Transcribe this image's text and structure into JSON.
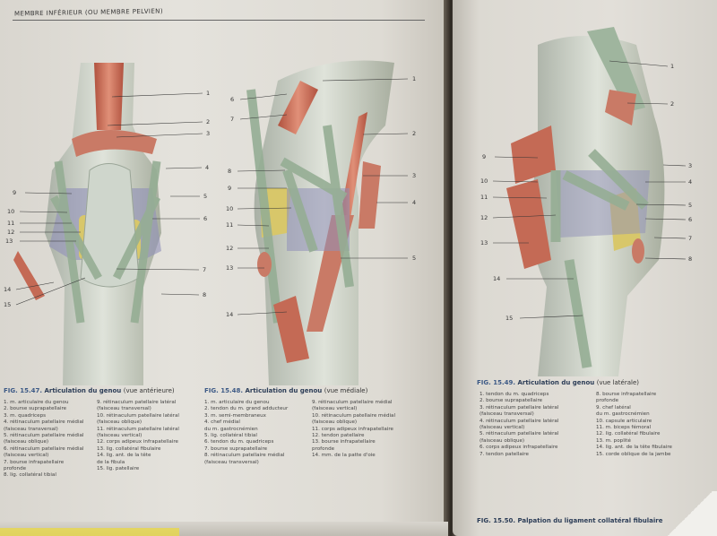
{
  "header": {
    "running_head": "MEMBRE INFÉRIEUR (OU MEMBRE PELVIEN)"
  },
  "figures": [
    {
      "id": "fig47",
      "number": "FIG. 15.47.",
      "title": "Articulation du genou",
      "view": "(vue antérieure)",
      "legend": [
        "1. m. articulaire du genou",
        "2. bourse suprapatellaire",
        "3. m. quadriceps",
        "4. rétinaculum patellaire médial",
        "(faisceau transversal)",
        "5. rétinaculum patellaire médial",
        "(faisceau oblique)",
        "6. rétinaculum patellaire médial",
        "(faisceau vertical)",
        "7. bourse infrapatellaire",
        "profonde",
        "8. lig. collatéral tibial"
      ],
      "legend_b": [
        "9. rétinaculum patellaire latéral",
        "(faisceau transversal)",
        "10. rétinaculum patellaire latéral",
        "(faisceau oblique)",
        "11. rétinaculum patellaire latéral",
        "(faisceau vertical)",
        "12. corps adipeux infrapatellaire",
        "13. lig. collatéral fibulaire",
        "14. lig. ant. de la tête",
        "de la fibula",
        "15. lig. patellaire"
      ]
    },
    {
      "id": "fig48",
      "number": "FIG. 15.48.",
      "title": "Articulation du genou",
      "view": "(vue médiale)",
      "legend": [
        "1. m. articulaire du genou",
        "2. tendon du m. grand adducteur",
        "3. m. semi-membraneux",
        "4. chef médial",
        "du m. gastrocnémien",
        "5. lig. collatéral tibial",
        "6. tendon du m. quadriceps",
        "7. bourse suprapatellaire",
        "8. rétinaculum patellaire médial",
        "(faisceau transversal)"
      ],
      "legend_b": [
        "9. rétinaculum patellaire médial",
        "(faisceau vertical)",
        "10. rétinaculum patellaire médial",
        "(faisceau oblique)",
        "11. corps adipeux infrapatellaire",
        "12. tendon patellaire",
        "13. bourse infrapatellaire",
        "profonde",
        "14. mm. de la patte d'oie"
      ]
    },
    {
      "id": "fig49",
      "number": "FIG. 15.49.",
      "title": "Articulation du genou",
      "view": "(vue latérale)",
      "legend": [
        "1. tendon du m. quadriceps",
        "2. bourse suprapatellaire",
        "3. rétinaculum patellaire latéral",
        "(faisceau transversal)",
        "4. rétinaculum patellaire latéral",
        "(faisceau vertical)",
        "5. rétinaculum patellaire latéral",
        "(faisceau oblique)",
        "6. corps adipeux infrapatellaire",
        "7. tendon patellaire"
      ],
      "legend_b": [
        "8. bourse infrapatellaire",
        "profonde",
        "9. chef latéral",
        "du m. gastrocnémien",
        "10. capsule articulaire",
        "11. m. biceps fémoral",
        "12. lig. collatéral fibulaire",
        "13. m. poplité",
        "14. lig. ant. de la tête fibulaire",
        "15. corde oblique de la jambe"
      ]
    }
  ],
  "fig47_labels": [
    "1",
    "2",
    "3",
    "4",
    "5",
    "6",
    "7",
    "8",
    "9",
    "10",
    "11",
    "12",
    "13",
    "14",
    "15"
  ],
  "fig48_labels": [
    "1",
    "2",
    "3",
    "4",
    "5",
    "6",
    "7",
    "8",
    "9",
    "10",
    "11",
    "12",
    "13",
    "14"
  ],
  "fig49_labels": [
    "1",
    "2",
    "3",
    "4",
    "5",
    "6",
    "7",
    "8",
    "9",
    "10",
    "11",
    "12",
    "13",
    "14",
    "15"
  ],
  "bottom_caption": {
    "number": "FIG. 15.50.",
    "title": "Palpation du ligament collatéral fibulaire"
  },
  "colors": {
    "bone": "#cdd3c9",
    "ligament": "#9fb59e",
    "muscle": "#c46a55",
    "fat": "#d8c76a",
    "capsule": "#8f8fb8",
    "caption_blue": "#3d5a86"
  }
}
